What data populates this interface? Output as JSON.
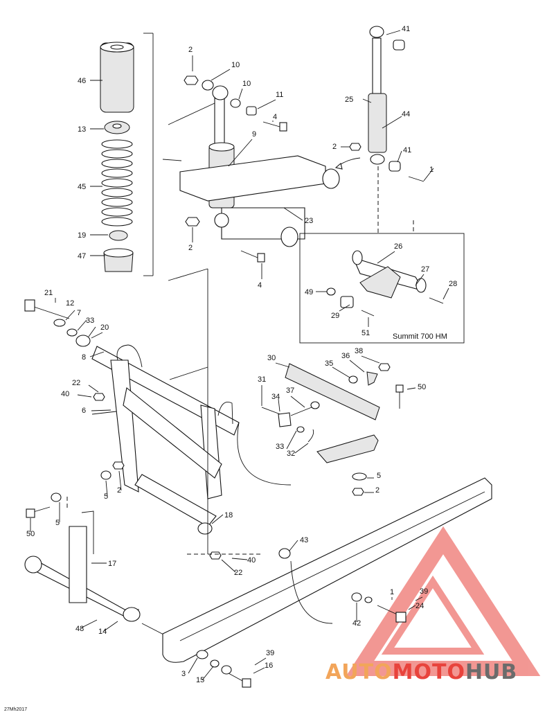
{
  "callouts": [
    "46",
    "13",
    "45",
    "19",
    "47",
    "2",
    "10",
    "10",
    "11",
    "4",
    "9",
    "23",
    "2",
    "4",
    "41",
    "25",
    "44",
    "2",
    "41",
    "1",
    "26",
    "27",
    "28",
    "49",
    "29",
    "51",
    "21",
    "12",
    "7",
    "33",
    "20",
    "8",
    "22",
    "40",
    "6",
    "30",
    "35",
    "36",
    "38",
    "50",
    "31",
    "34",
    "37",
    "33",
    "32",
    "5",
    "2",
    "5",
    "2",
    "5",
    "50",
    "18",
    "17",
    "43",
    "40",
    "22",
    "1",
    "39",
    "24",
    "42",
    "48",
    "14",
    "39",
    "16",
    "3",
    "15"
  ],
  "inset_note": "Summit 700 HM",
  "figure_code": "27Mh2017",
  "watermark": {
    "part1": "AUTO",
    "part2": "MOTO",
    "part3": "HUB",
    "colors": {
      "red": "#e8433c",
      "gray": "#6b6b6b"
    }
  }
}
